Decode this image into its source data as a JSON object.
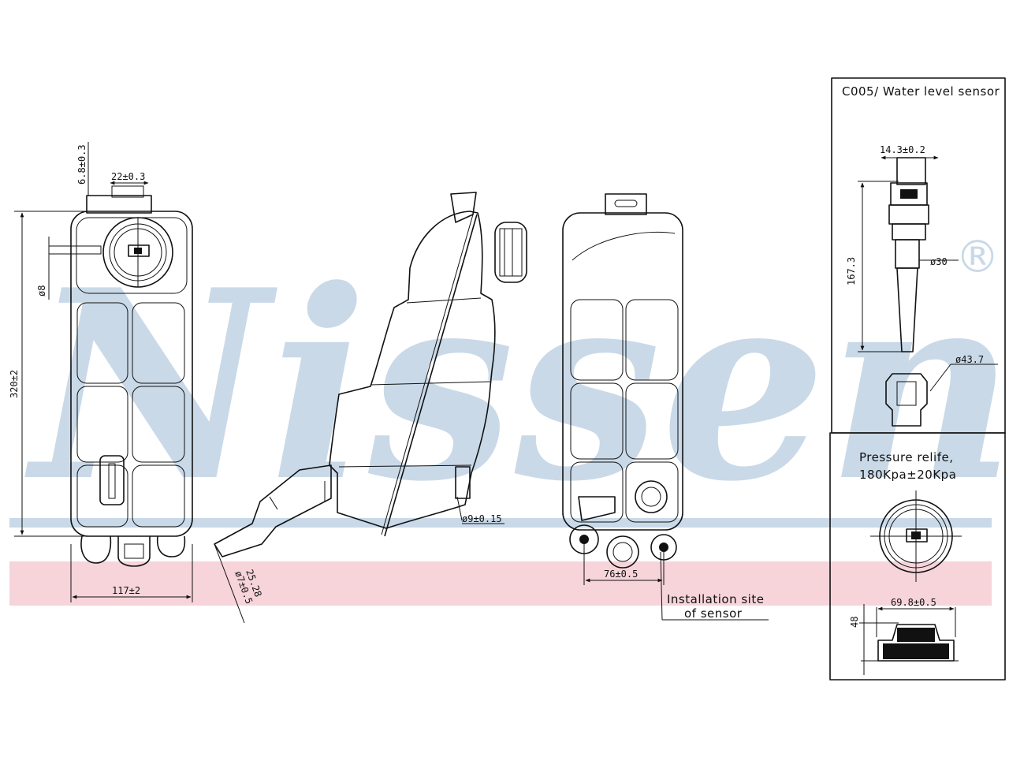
{
  "watermark": {
    "brand": "Nissens",
    "registered": "®",
    "brand_color": "#c9d9e8",
    "band_color": "#f6d4da"
  },
  "front_view": {
    "dim_height": "320±2",
    "dim_width": "117±2",
    "dim_neck": "22±0.3",
    "dim_tab": "6.8±0.3",
    "dim_hose": "ø8"
  },
  "side_view": {
    "dim_port": "ø9±0.15",
    "dim_a": "25.28",
    "dim_b": "ø7±0.5"
  },
  "rear_view": {
    "dim_outlet": "76±0.5",
    "note_line1": "Installation site",
    "note_line2": "of sensor"
  },
  "sensor_panel": {
    "title": "C005/ Water level sensor",
    "dim_width": "14.3±0.2",
    "dim_length": "167.3",
    "dim_shaft": "ø30",
    "dim_base": "ø43.7"
  },
  "cap_panel": {
    "title_line1": "Pressure relife,",
    "title_line2": "180Kpa±20Kpa",
    "dim_diameter": "69.8±0.5",
    "dim_height": "48"
  }
}
